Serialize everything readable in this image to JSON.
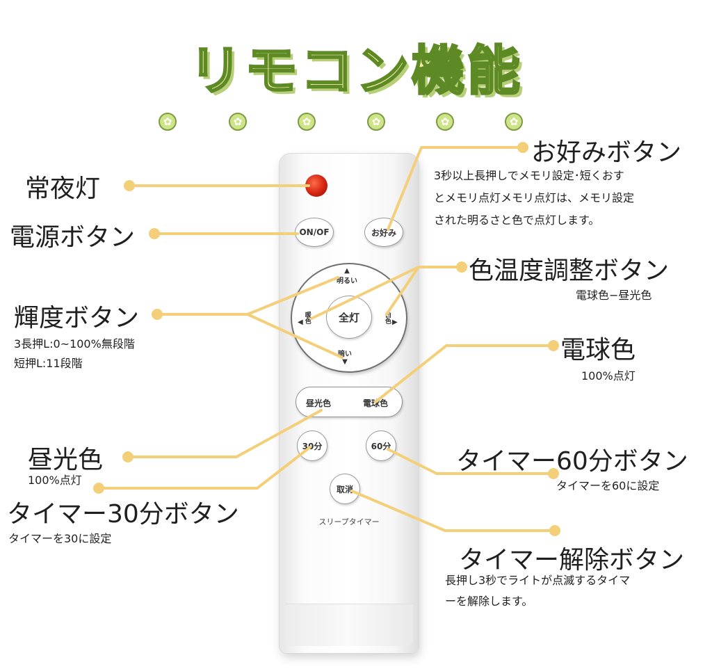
{
  "title": "リモコン機能",
  "remote": {
    "onoff": "ON/OF",
    "okonomi": "お好み",
    "zentou": "全灯",
    "akarui": "明るい",
    "kurai": "暗い",
    "danshoku": "暖色",
    "hakushoku": "白色",
    "chuukoushoku": "昼光色",
    "denkyuushoku": "電球色",
    "timer30": "30分",
    "timer60": "60分",
    "torikeshi": "取消",
    "sleep_timer": "スリープタイマー"
  },
  "labels": {
    "joyato": "常夜灯",
    "dengen": "電源ボタン",
    "kido": "輝度ボタン",
    "kido_desc1": "3長押L:0~100%無段階",
    "kido_desc2": "短押L:11段階",
    "chuukou": "昼光色",
    "chuukou_desc": "100%点灯",
    "timer30": "タイマー30分ボタン",
    "timer30_desc": "タイマーを30に設定",
    "okonomi": "お好みボタン",
    "okonomi_desc1": "3秒以上長押しでメモリ設定･短くおす",
    "okonomi_desc2": "とメモリ点灯メモリ点灯は、メモリ設定",
    "okonomi_desc3": "された明るさと色で点灯します。",
    "shikion": "色温度調整ボタン",
    "shikion_desc": "電球色−昼光色",
    "denkyuu": "電球色",
    "denkyuu_desc": "100%点灯",
    "timer60": "タイマー60分ボタン",
    "timer60_desc": "タイマーを60に設定",
    "kaijo": "タイマー解除ボタン",
    "kaijo_desc1": "長押し3秒でライトが点滅するタイマ",
    "kaijo_desc2": "ーを解除します。"
  },
  "colors": {
    "leader_line": "#f4cf7a",
    "title_fill": "#f4f0a8",
    "title_stroke": "#5e8a26",
    "led": "#d22310"
  }
}
